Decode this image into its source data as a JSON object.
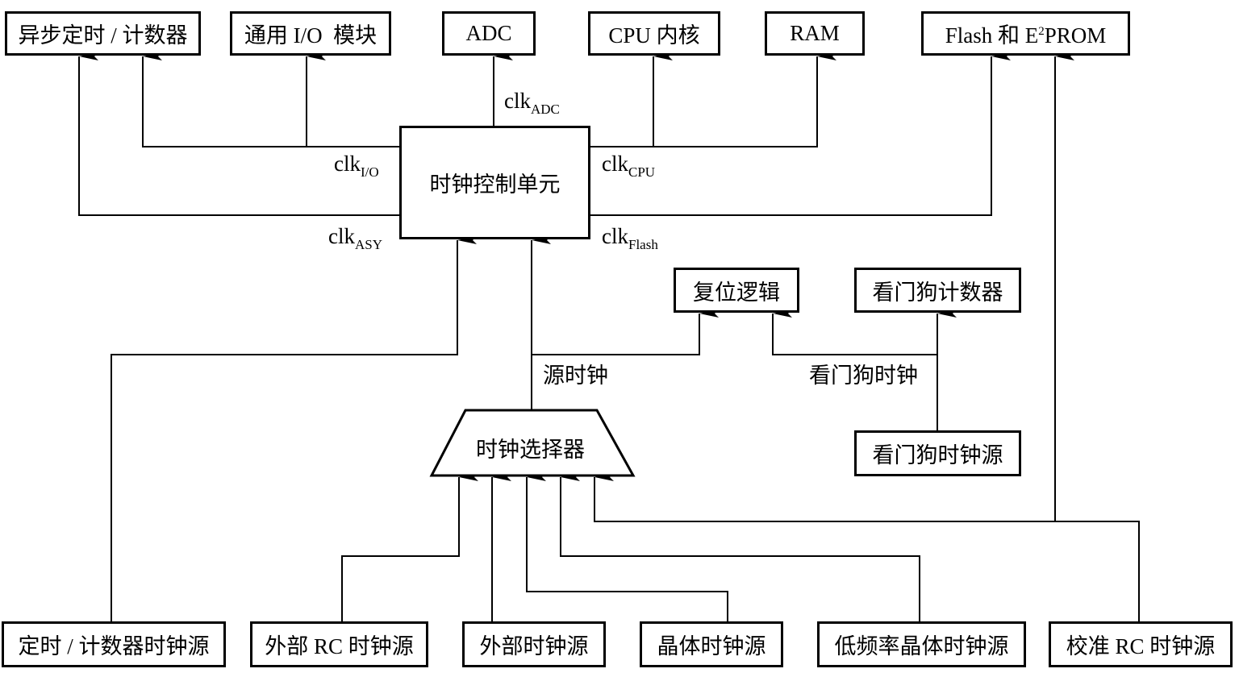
{
  "diagram": {
    "top_blocks": {
      "async_timer": "异步定时 / 计数器",
      "gpio": "通用 I/O  模块",
      "adc": "ADC",
      "cpu": "CPU 内核",
      "ram": "RAM",
      "flash_prefix": "Flash 和 E",
      "flash_sup": "2",
      "flash_suffix": "PROM"
    },
    "control_unit": "时钟控制单元",
    "clock_signals": {
      "adc": {
        "base": "clk",
        "sub": "ADC"
      },
      "io": {
        "base": "clk",
        "sub": "I/O"
      },
      "cpu": {
        "base": "clk",
        "sub": "CPU"
      },
      "asy": {
        "base": "clk",
        "sub": "ASY"
      },
      "flash": {
        "base": "clk",
        "sub": "Flash"
      }
    },
    "middle_blocks": {
      "reset_logic": "复位逻辑",
      "watchdog_counter": "看门狗计数器",
      "watchdog_clock_source": "看门狗时钟源"
    },
    "signal_labels": {
      "source_clock": "源时钟",
      "watchdog_clock": "看门狗时钟"
    },
    "selector": "时钟选择器",
    "sources": {
      "timer_source": "定时 / 计数器时钟源",
      "ext_rc": "外部 RC 时钟源",
      "ext_clock": "外部时钟源",
      "crystal": "晶体时钟源",
      "low_freq_crystal": "低频率晶体时钟源",
      "calibrated_rc": "校准 RC 时钟源"
    }
  }
}
